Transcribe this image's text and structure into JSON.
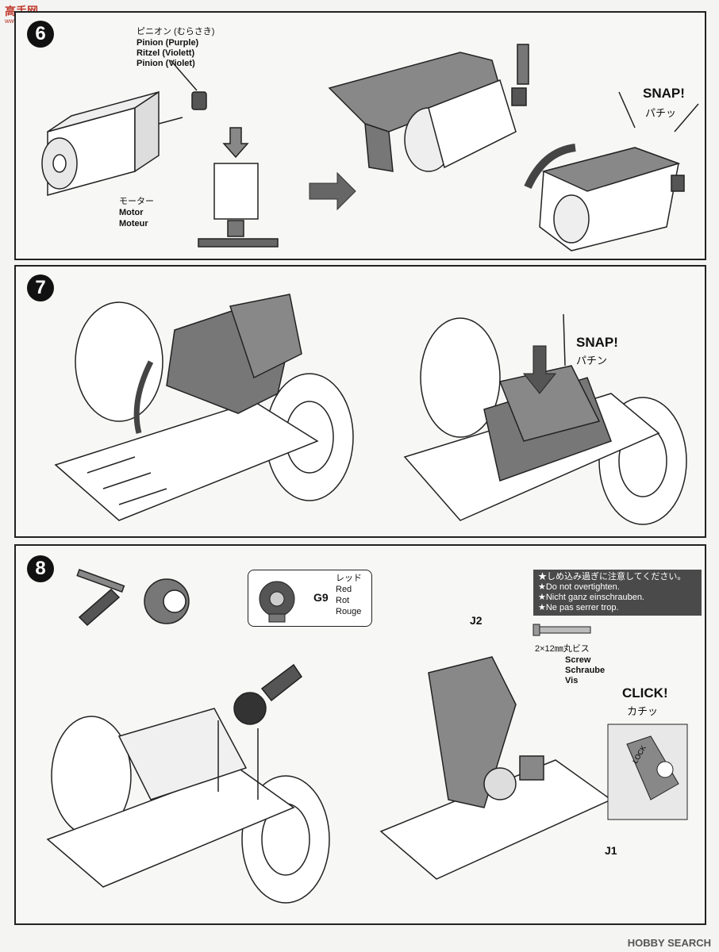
{
  "watermark": {
    "site": "高手网",
    "url": "www.gaoshou.com"
  },
  "steps": [
    {
      "number": "6",
      "pinion_labels": [
        "ピニオン (むらさき)",
        "Pinion (Purple)",
        "Ritzel (Violett)",
        "Pinion (Violet)"
      ],
      "motor_labels": [
        "モーター",
        "Motor",
        "Moteur"
      ],
      "snap": "SNAP!",
      "snap_jp": "パチッ"
    },
    {
      "number": "7",
      "snap": "SNAP!",
      "snap_jp": "パチン"
    },
    {
      "number": "8",
      "gear_id": "G9",
      "gear_labels": [
        "レッド",
        "Red",
        "Rot",
        "Rouge"
      ],
      "warnings": [
        "★しめ込み過ぎに注意してください。",
        "★Do not overtighten.",
        "★Nicht ganz einschrauben.",
        "★Ne pas serrer trop."
      ],
      "screw_size": "2×12㎜丸ビス",
      "screw_labels": [
        "Screw",
        "Schraube",
        "Vis"
      ],
      "part_j2": "J2",
      "part_j1": "J1",
      "click": "CLICK!",
      "click_jp": "カチッ",
      "lock": "LOCK"
    }
  ],
  "footer": "HOBBY SEARCH"
}
